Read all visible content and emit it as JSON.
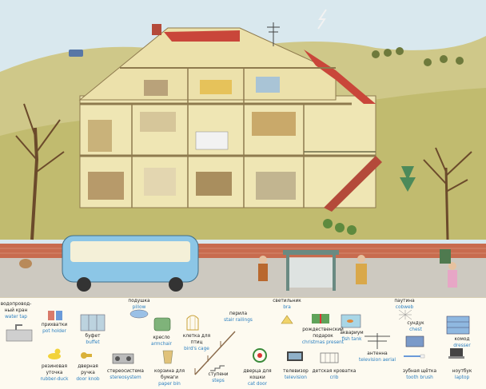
{
  "legend": {
    "items": [
      {
        "ru": "водопровод-ный кран",
        "en": "water tap"
      },
      {
        "ru": "прихватки",
        "en": "pot holder"
      },
      {
        "ru": "буфет",
        "en": "buffet"
      },
      {
        "ru": "подушка",
        "en": "pillow"
      },
      {
        "ru": "кресло",
        "en": "armchair"
      },
      {
        "ru": "клетка для птиц",
        "en": "bird's cage"
      },
      {
        "ru": "перила",
        "en": "stair railings"
      },
      {
        "ru": "светильник",
        "en": "bra"
      },
      {
        "ru": "рождественский подарок",
        "en": "christmas present"
      },
      {
        "ru": "аквариум",
        "en": "fish tank"
      },
      {
        "ru": "паутина",
        "en": "cobweb"
      },
      {
        "ru": "сундук",
        "en": "chest"
      },
      {
        "ru": "комод",
        "en": "dresser"
      },
      {
        "ru": "резиновая уточка",
        "en": "rubber-duck"
      },
      {
        "ru": "дверная ручка",
        "en": "door knob"
      },
      {
        "ru": "стереосистема",
        "en": "stereosystem"
      },
      {
        "ru": "корзина для бумаги",
        "en": "paper bin"
      },
      {
        "ru": "ступени",
        "en": "steps"
      },
      {
        "ru": "дверца для кошки",
        "en": "cat door"
      },
      {
        "ru": "телевизор",
        "en": "television"
      },
      {
        "ru": "детская кроватка",
        "en": "crib"
      },
      {
        "ru": "антенна",
        "en": "television aerial"
      },
      {
        "ru": "зубная щётка",
        "en": "tooth brush"
      },
      {
        "ru": "ноутбук",
        "en": "laptop"
      }
    ]
  },
  "colors": {
    "english": "#2a7fc0",
    "sky": "#cfe3ee",
    "hill": "#c9c27a",
    "roof": "#c9463a",
    "wall": "#efe6b4",
    "bus": "#8cc6e6",
    "street": "#c7c3bb"
  },
  "icons": [
    "tap-icon",
    "potholder-icon",
    "buffet-icon",
    "pillow-icon",
    "armchair-icon",
    "birdcage-icon",
    "railings-icon",
    "lamp-icon",
    "present-icon",
    "fishtank-icon",
    "cobweb-icon",
    "chest-icon",
    "dresser-icon",
    "duck-icon",
    "knob-icon",
    "stereo-icon",
    "paperbin-icon",
    "steps-icon",
    "catdoor-icon",
    "tv-icon",
    "crib-icon",
    "aerial-icon",
    "toothbrush-icon",
    "laptop-icon"
  ]
}
